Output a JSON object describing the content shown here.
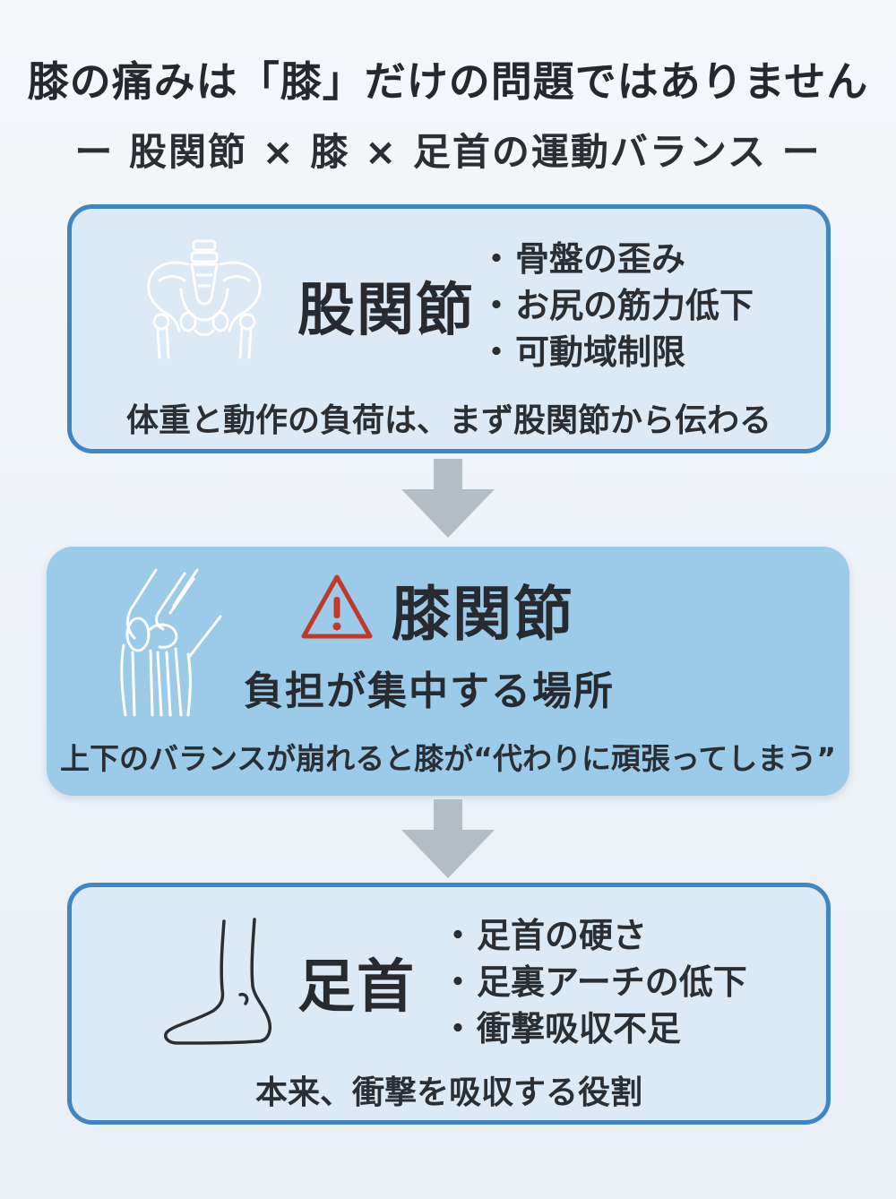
{
  "header": {
    "title": "膝の痛みは「膝」だけの問題ではありません",
    "subtitle": "ー 股関節 × 膝 × 足首の運動バランス ー"
  },
  "hip": {
    "title": "股関節",
    "bullets": [
      "骨盤の歪み",
      "お尻の筋力低下",
      "可動域制限"
    ],
    "caption": "体重と動作の負荷は、まず股関節から伝わる",
    "icon": "pelvis-icon"
  },
  "knee": {
    "title": "膝関節",
    "subtitle": "負担が集中する場所",
    "caption": "上下のバランスが崩れると膝が“代わりに頑張ってしまう”",
    "icon": "knee-joint-icon",
    "warning_icon": "warning-triangle-icon",
    "warning_color": "#c0392b"
  },
  "ankle": {
    "title": "足首",
    "bullets": [
      "足首の硬さ",
      "足裏アーチの低下",
      "衝撃吸収不足"
    ],
    "caption": "本来、衝撃を吸収する役割",
    "icon": "foot-icon"
  },
  "colors": {
    "border": "#3f87c4",
    "light_box": "#dbeaf6",
    "dark_box": "#9ccbe9",
    "arrow": "#b4bcc4"
  }
}
